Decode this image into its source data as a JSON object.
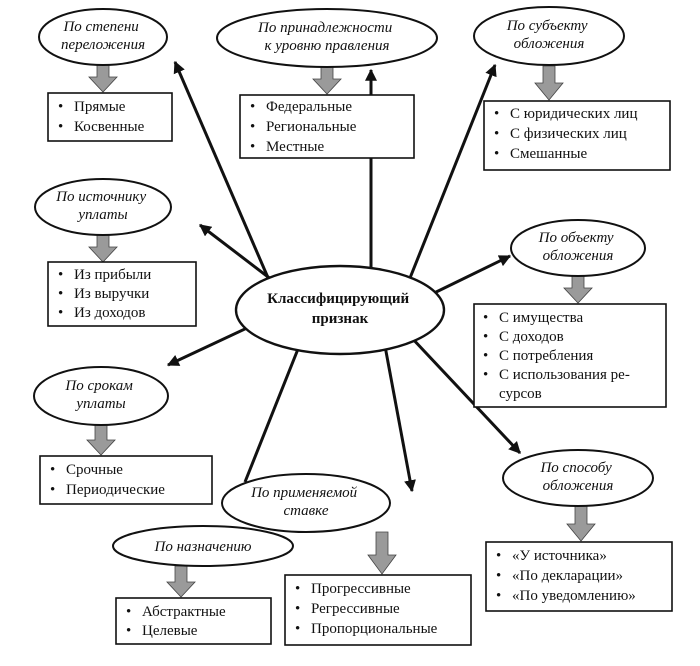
{
  "center": {
    "lines": [
      "Классифицирующий",
      "признак"
    ]
  },
  "nodes": [
    {
      "id": "stepeni",
      "lines": [
        "По степени",
        "переложения"
      ],
      "items": [
        "Прямые",
        "Косвенные"
      ]
    },
    {
      "id": "urovnyu",
      "lines": [
        "По принадлежности",
        "к уровню правления"
      ],
      "items": [
        "Федеральные",
        "Региональные",
        "Местные"
      ]
    },
    {
      "id": "subektu",
      "lines": [
        "По субъекту",
        "обложения"
      ],
      "items": [
        "С юридических лиц",
        "С физических лиц",
        "Смешанные"
      ]
    },
    {
      "id": "istochniku",
      "lines": [
        "По источнику",
        "уплаты"
      ],
      "items": [
        "Из прибыли",
        "Из выручки",
        "Из доходов"
      ]
    },
    {
      "id": "obektu",
      "lines": [
        "По объекту",
        "обложения"
      ],
      "items": [
        "С имущества",
        "С доходов",
        "С потребления",
        "С использования ре-",
        "сурсов"
      ]
    },
    {
      "id": "srokam",
      "lines": [
        "По срокам",
        "уплаты"
      ],
      "items": [
        "Срочные",
        "Периодические"
      ]
    },
    {
      "id": "stavke",
      "lines": [
        "По применяемой",
        "ставке"
      ],
      "items": [
        "Прогрессивные",
        "Регрессивные",
        "Пропорциональные"
      ]
    },
    {
      "id": "naznacheniyu",
      "lines": [
        "По назначению"
      ],
      "items": [
        "Абстрактные",
        "Целевые"
      ]
    },
    {
      "id": "sposobu",
      "lines": [
        "По способу",
        "обложения"
      ],
      "items": [
        "«У источника»",
        "«По декларации»",
        "«По уведомлению»"
      ]
    }
  ]
}
